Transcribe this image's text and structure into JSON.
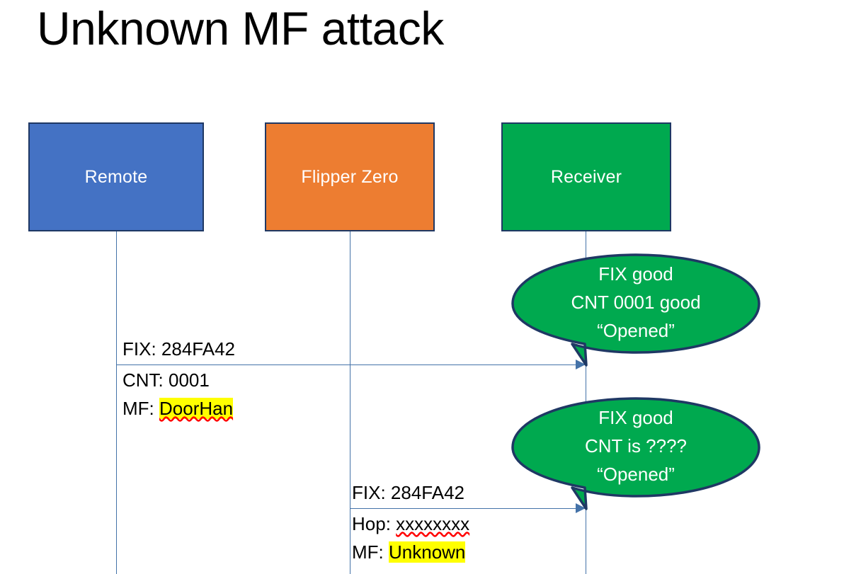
{
  "slide": {
    "title": "Unknown MF attack",
    "background": "#ffffff"
  },
  "colors": {
    "remote_fill": "#4472c4",
    "flipper_fill": "#ed7d31",
    "receiver_fill": "#00a94f",
    "box_border": "#1f3864",
    "lifeline": "#4472a8",
    "arrow": "#4472a8",
    "bubble_fill": "#00a94f",
    "bubble_border": "#1f3864",
    "highlight": "#ffff00",
    "spellcheck": "#ff0000",
    "text_on_fill": "#ffffff",
    "text": "#000000"
  },
  "actors": [
    {
      "id": "remote",
      "label": "Remote",
      "fill": "#4472c4"
    },
    {
      "id": "flipper",
      "label": "Flipper Zero",
      "fill": "#ed7d31"
    },
    {
      "id": "receiver",
      "label": "Receiver",
      "fill": "#00a94f"
    }
  ],
  "messages": [
    {
      "id": "msg-remote-to-receiver",
      "from": "remote",
      "to": "receiver",
      "lines": [
        {
          "prefix": "FIX: ",
          "value": "284FA42",
          "highlight": false,
          "spellcheck": false
        },
        {
          "prefix": "CNT: ",
          "value": "0001",
          "highlight": false,
          "spellcheck": false
        },
        {
          "prefix": "MF: ",
          "value": "DoorHan",
          "highlight": true,
          "spellcheck": true
        }
      ]
    },
    {
      "id": "msg-flipper-to-receiver",
      "from": "flipper",
      "to": "receiver",
      "lines": [
        {
          "prefix": "FIX: ",
          "value": "284FA42",
          "highlight": false,
          "spellcheck": false
        },
        {
          "prefix": "Hop: ",
          "value": "xxxxxxxx",
          "highlight": false,
          "spellcheck": true
        },
        {
          "prefix": "MF: ",
          "value": "Unknown",
          "highlight": true,
          "spellcheck": false
        }
      ]
    }
  ],
  "callouts": [
    {
      "id": "callout-first-reception",
      "lines": [
        "FIX good",
        "CNT 0001 good",
        "“Opened”"
      ]
    },
    {
      "id": "callout-second-reception",
      "lines": [
        "FIX good",
        "CNT is ????",
        "“Opened”"
      ]
    }
  ]
}
